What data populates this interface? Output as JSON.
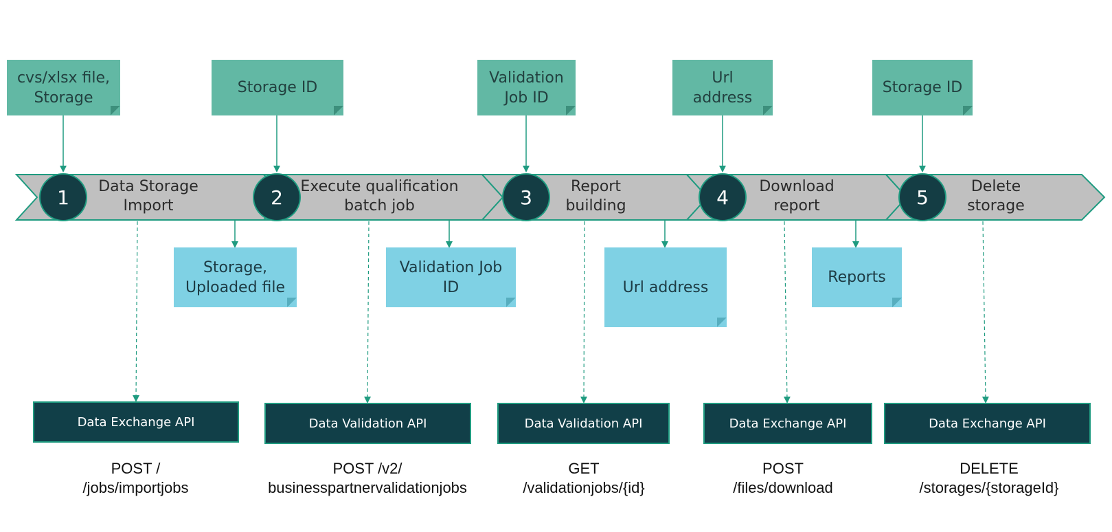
{
  "colors": {
    "input_note": "#62b8a4",
    "output_note": "#7fd1e4",
    "chevron": "#c0c0c0",
    "chevron_border": "#1f9b80",
    "step_circle": "#143d44",
    "api_box": "#113f48",
    "connector": "#1f9b80"
  },
  "steps": [
    {
      "number": "1",
      "label": "Data Storage\nImport",
      "input": "cvs/xlsx file,\nStorage",
      "output": "Storage,\nUploaded file",
      "api": "Data Exchange API",
      "endpoint": "POST /\n/jobs/importjobs"
    },
    {
      "number": "2",
      "label": "Execute qualification\nbatch job",
      "input": "Storage ID",
      "output": "Validation Job\nID",
      "api": "Data Validation API",
      "endpoint": "POST /v2/\nbusinesspartnervalidationjobs"
    },
    {
      "number": "3",
      "label": "Report\nbuilding",
      "input": "Validation\nJob ID",
      "output": "Url address",
      "api": "Data Validation API",
      "endpoint": "GET\n/validationjobs/{id}"
    },
    {
      "number": "4",
      "label": "Download\nreport",
      "input": "Url\naddress",
      "output": "Reports",
      "api": "Data Exchange API",
      "endpoint": "POST\n/files/download"
    },
    {
      "number": "5",
      "label": "Delete\nstorage",
      "input": "Storage ID",
      "output": "",
      "api": "Data Exchange API",
      "endpoint": "DELETE\n/storages/{storageId}"
    }
  ]
}
